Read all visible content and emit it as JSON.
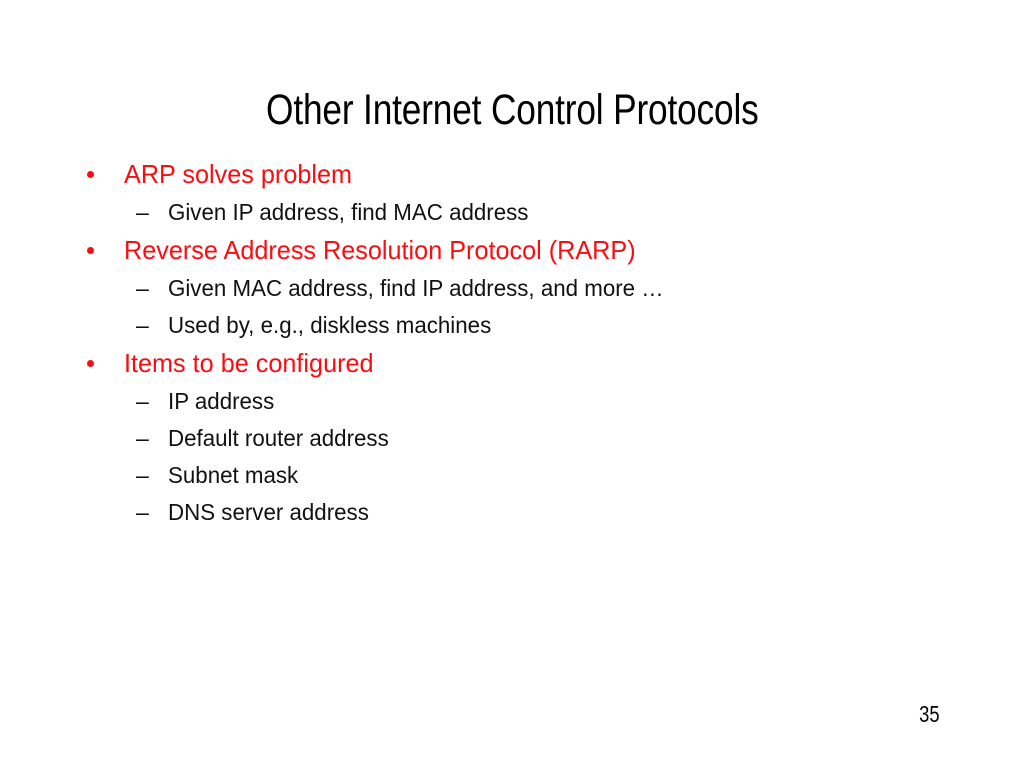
{
  "slide": {
    "title": "Other Internet Control Protocols",
    "page_number": "35",
    "colors": {
      "background": "#ffffff",
      "title_text": "#000000",
      "level1_text": "#fa0d10",
      "level2_text": "#111111",
      "bullet_marker": "#fa0d10"
    },
    "markers": {
      "level1_bullet": "bullet-dot",
      "level2_bullet": "en-dash"
    },
    "bullets": [
      {
        "level": 1,
        "text": "ARP solves problem",
        "dash": "–"
      },
      {
        "level": 2,
        "text": "Given IP address, find MAC address",
        "dash": "–"
      },
      {
        "level": 1,
        "text": "Reverse Address Resolution Protocol (RARP)",
        "dash": "–"
      },
      {
        "level": 2,
        "text": "Given MAC address, find IP address, and more …",
        "dash": "–"
      },
      {
        "level": 2,
        "text": "Used by, e.g., diskless machines",
        "dash": "–"
      },
      {
        "level": 1,
        "text": "Items to be configured",
        "dash": "–"
      },
      {
        "level": 2,
        "text": "IP address",
        "dash": "–"
      },
      {
        "level": 2,
        "text": "Default router address",
        "dash": "–"
      },
      {
        "level": 2,
        "text": "Subnet mask",
        "dash": "–"
      },
      {
        "level": 2,
        "text": "DNS server address",
        "dash": "–"
      }
    ]
  }
}
